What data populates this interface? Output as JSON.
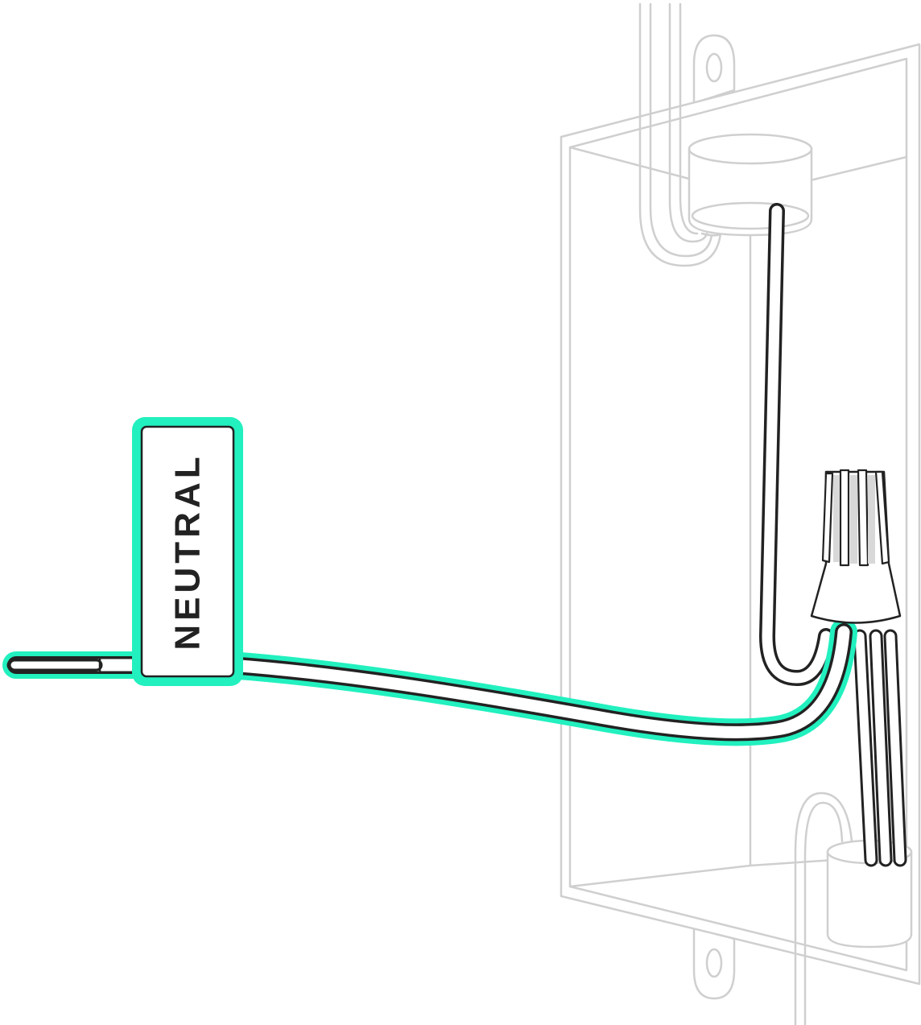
{
  "label": {
    "text": "NEUTRAL"
  },
  "colors": {
    "highlight": "#22f0bf",
    "outline": "#222222",
    "box": "#cfcfcf",
    "background": "#ffffff"
  },
  "icons": [
    "electrical-box",
    "wire-nut",
    "cable-clamp",
    "neutral-wire",
    "wire-tag"
  ]
}
